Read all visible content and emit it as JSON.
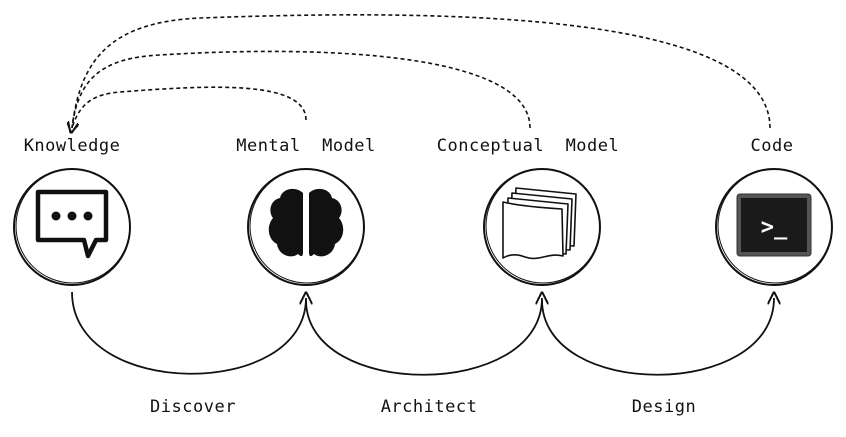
{
  "nodes": [
    {
      "label": "Knowledge",
      "icon": "chat-bubble-icon"
    },
    {
      "label": "Mental  Model",
      "icon": "brain-icon"
    },
    {
      "label": "Conceptual  Model",
      "icon": "documents-stack-icon"
    },
    {
      "label": "Code",
      "icon": "terminal-icon"
    }
  ],
  "edges": [
    {
      "label": "Discover"
    },
    {
      "label": "Architect"
    },
    {
      "label": "Design"
    }
  ],
  "terminal_text": ">_",
  "colors": {
    "stroke": "#111111",
    "terminal_bg": "#1a1a1a",
    "terminal_border": "#555555",
    "terminal_text": "#ffffff"
  }
}
